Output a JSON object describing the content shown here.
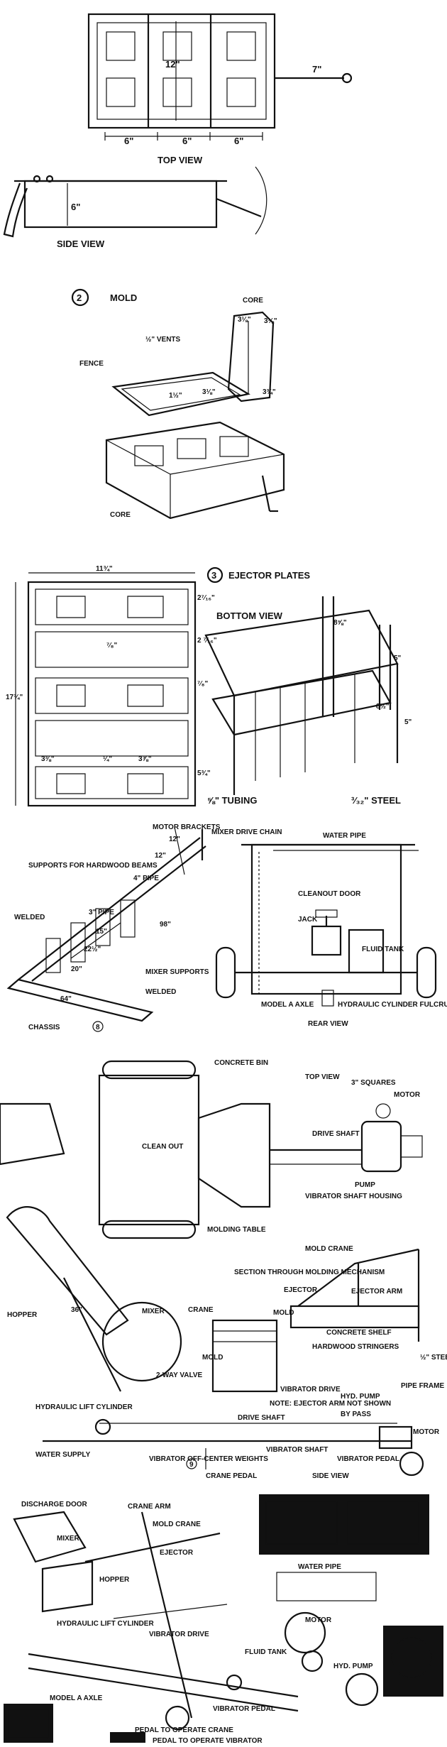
{
  "fig1": {
    "top_view": "TOP VIEW",
    "side_view": "SIDE VIEW",
    "dim_12": "12\"",
    "dim_7": "7\"",
    "dim_6a": "6\"",
    "dim_6b": "6\"",
    "dim_6c": "6\"",
    "dim_6d": "6\""
  },
  "fig2": {
    "number": "2",
    "title": "MOLD",
    "core_top": "CORE",
    "vents": "½\" VENTS",
    "fence": "FENCE",
    "dim_1_5": "1½\"",
    "dim_3_a": "3⅛\"",
    "dim_3_b": "3⅛\"",
    "dim_3_c": "3⅛\"",
    "dim_3_d": "3¾\"",
    "core_bottom": "CORE"
  },
  "fig3": {
    "number": "3",
    "title": "EJECTOR PLATES",
    "bottom_view": "BOTTOM VIEW",
    "width": "11¾\"",
    "height": "17¾\"",
    "dim_2_7_16a": "2⁷⁄₁₆\"",
    "dim_2_7_16b": "2 ⁷⁄₁₆\"",
    "dim_7_8a": "⁷⁄₈\"",
    "dim_7_8b": "⁷⁄₈\"",
    "dim_3_3_8": "3⅜\"",
    "dim_1_4": "¼\"",
    "dim_3_7_8": "3⅞\"",
    "dim_5_3_4": "5¾\"",
    "dim_8_5_8": "8⅝\"",
    "dim_5a": "5\"",
    "dim_8_1_2": "8½\"",
    "dim_5b": "5\"",
    "tubing": "⅝\" TUBING",
    "steel": "³⁄₃₂\" STEEL"
  },
  "chassis": {
    "motor_brackets": "MOTOR BRACKETS",
    "dim_12a": "12\"",
    "dim_12b": "12\"",
    "supports": "SUPPORTS FOR HARDWOOD BEAMS",
    "pipe4": "4\" PIPE",
    "pipe3": "3\" PIPE",
    "welded_a": "WELDED",
    "dim_98": "98\"",
    "dim_15": "15\"",
    "dim_22": "22½\"",
    "dim_20": "20\"",
    "mixer_supports": "MIXER SUPPORTS",
    "welded_b": "WELDED",
    "dim_64": "64\"",
    "chassis": "CHASSIS",
    "fig_no": "8"
  },
  "rear": {
    "mixer_drive_chain": "MIXER DRIVE CHAIN",
    "water_pipe": "WATER PIPE",
    "cleanout_door": "CLEANOUT DOOR",
    "jack": "JACK",
    "fluid_tank": "FLUID TANK",
    "model_a_axle": "MODEL A AXLE",
    "hydraulic_cyl": "HYDRAULIC CYLINDER FULCRUM",
    "rear_view": "REAR VIEW"
  },
  "machine": {
    "concrete_bin": "CONCRETE BIN",
    "top_view": "TOP VIEW",
    "squares": "3\" SQUARES",
    "motor_a": "MOTOR",
    "drive_shaft_a": "DRIVE SHAFT",
    "clean_out": "CLEAN OUT",
    "pump": "PUMP",
    "vibrator_shaft_housing": "VIBRATOR SHAFT HOUSING",
    "molding_table": "MOLDING TABLE",
    "hopper": "HOPPER",
    "dim_36": "36\"",
    "mold_crane": "MOLD CRANE",
    "crane": "CRANE",
    "section": "SECTION THROUGH MOLDING MECHANISM",
    "ejector": "EJECTOR",
    "ejector_arm": "EJECTOR ARM",
    "mixer": "MIXER",
    "mold_a": "MOLD",
    "concrete_shelf": "CONCRETE SHELF",
    "hardwood_stringers": "HARDWOOD STRINGERS",
    "steel_plate": "½\" STEEL PLATE",
    "way_valve": "2-WAY VALVE",
    "mold_b": "MOLD",
    "vibrator_drive": "VIBRATOR DRIVE",
    "note": "NOTE: EJECTOR ARM NOT SHOWN",
    "hyd_pump": "HYD. PUMP",
    "pipe_frame": "PIPE FRAME",
    "hydraulic_lift": "HYDRAULIC LIFT CYLINDER",
    "by_pass": "BY PASS",
    "drive_shaft_b": "DRIVE SHAFT",
    "motor_b": "MOTOR",
    "water_supply": "WATER SUPPLY",
    "vibrator_off": "VIBRATOR OFF-CENTER WEIGHTS",
    "vibrator_shaft": "VIBRATOR SHAFT",
    "vibrator_pedal": "VIBRATOR PEDAL",
    "crane_pedal": "CRANE PEDAL",
    "side_view": "SIDE VIEW",
    "fig_no": "9"
  },
  "bottom": {
    "discharge_door": "DISCHARGE DOOR",
    "mixer": "MIXER",
    "hopper": "HOPPER",
    "crane_arm": "CRANE ARM",
    "mold_crane": "MOLD CRANE",
    "ejector": "EJECTOR",
    "vibrator_drive": "VIBRATOR DRIVE",
    "hydraulic_lift": "HYDRAULIC LIFT CYLINDER",
    "vibrator_pedal": "VIBRATOR PEDAL",
    "pedal_crane": "PEDAL TO OPERATE CRANE",
    "pedal_vibrator": "PEDAL TO OPERATE VIBRATOR",
    "motor": "MOTOR",
    "hyd_pump": "HYD. PUMP",
    "fluid_tank": "FLUID TANK",
    "model_a_axle": "MODEL A AXLE",
    "water_pipe": "WATER PIPE"
  }
}
